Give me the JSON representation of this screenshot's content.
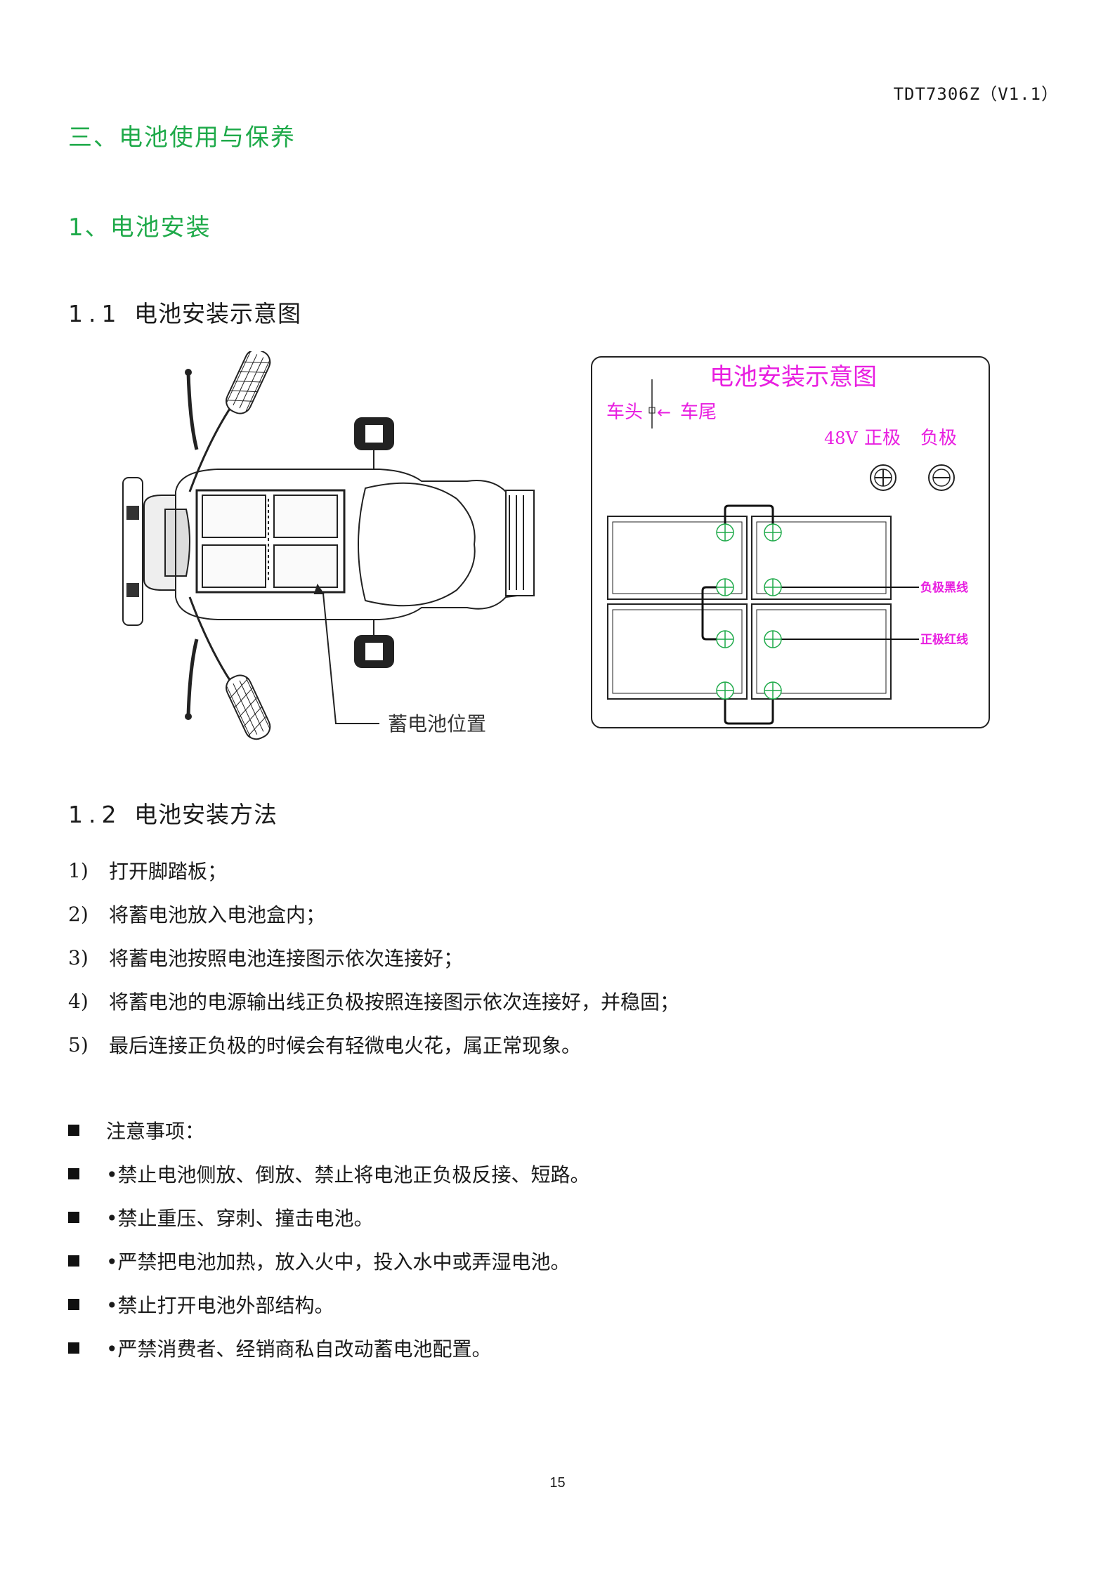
{
  "header": {
    "doc_code": "TDT7306Z（V1.1）"
  },
  "section": {
    "title": "三、电池使用与保养"
  },
  "subsection": {
    "title": "1、电池安装"
  },
  "sub1": {
    "num": "1.1",
    "title": "电池安装示意图"
  },
  "sub2": {
    "num": "1.2",
    "title": "电池安装方法"
  },
  "figure": {
    "scooter_label": "蓄电池位置",
    "panel_title": "电池安装示意图",
    "front_label": "车头",
    "rear_label": "车尾",
    "voltage_label": "48V",
    "positive_label": "正极",
    "negative_label": "负极",
    "black_wire_label": "负极黑线",
    "red_wire_label": "正极红线",
    "accent_color": "#e81ee0"
  },
  "steps": [
    {
      "num": "1)",
      "text": "打开脚踏板；"
    },
    {
      "num": "2)",
      "text": "将蓄电池放入电池盒内；"
    },
    {
      "num": "3)",
      "text": "将蓄电池按照电池连接图示依次连接好；"
    },
    {
      "num": "4)",
      "text": "将蓄电池的电源输出线正负极按照连接图示依次连接好，并稳固；"
    },
    {
      "num": "5)",
      "text": "最后连接正负极的时候会有轻微电火花，属正常现象。"
    }
  ],
  "notes": [
    {
      "text": "注意事项："
    },
    {
      "text": "•禁止电池侧放、倒放、禁止将电池正负极反接、短路。"
    },
    {
      "text": "•禁止重压、穿刺、撞击电池。"
    },
    {
      "text": "•严禁把电池加热，放入火中，投入水中或弄湿电池。"
    },
    {
      "text": "•禁止打开电池外部结构。"
    },
    {
      "text": "•严禁消费者、经销商私自改动蓄电池配置。"
    }
  ],
  "footer": {
    "page_number": "15"
  }
}
